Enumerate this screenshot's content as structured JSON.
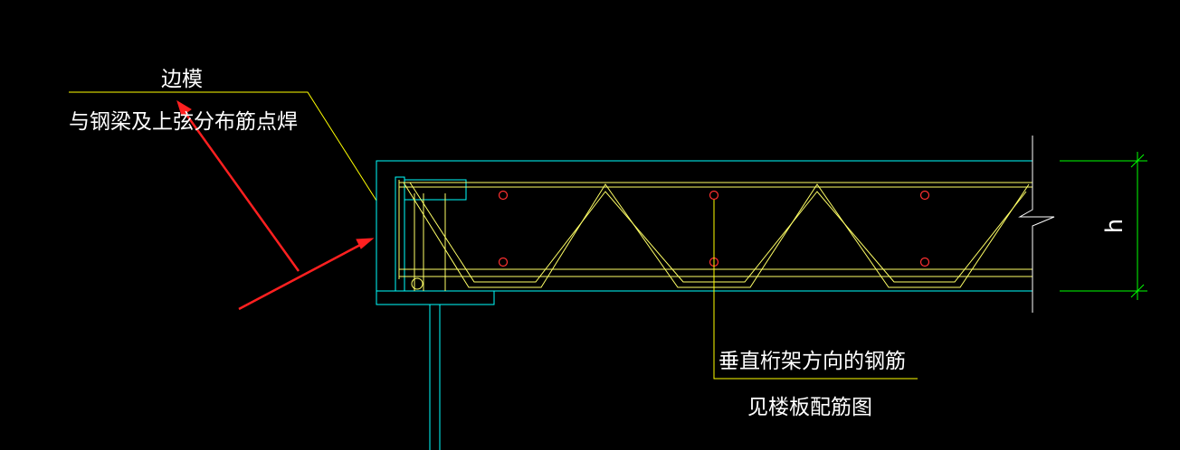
{
  "colors": {
    "background": "#000000",
    "text": "#ffffff",
    "formwork": "#00ffff",
    "truss": "#ffff66",
    "leader": "#ffff00",
    "rebar": "#ff3030",
    "dimension": "#00ff00",
    "arrow": "#ff2020"
  },
  "labels": {
    "edge_form": "边模",
    "spot_weld": "与钢梁及上弦分布筋点焊",
    "rebar_note": "垂直桁架方向的钢筋",
    "see_plan": "见楼板配筋图",
    "dim_h": "h"
  }
}
